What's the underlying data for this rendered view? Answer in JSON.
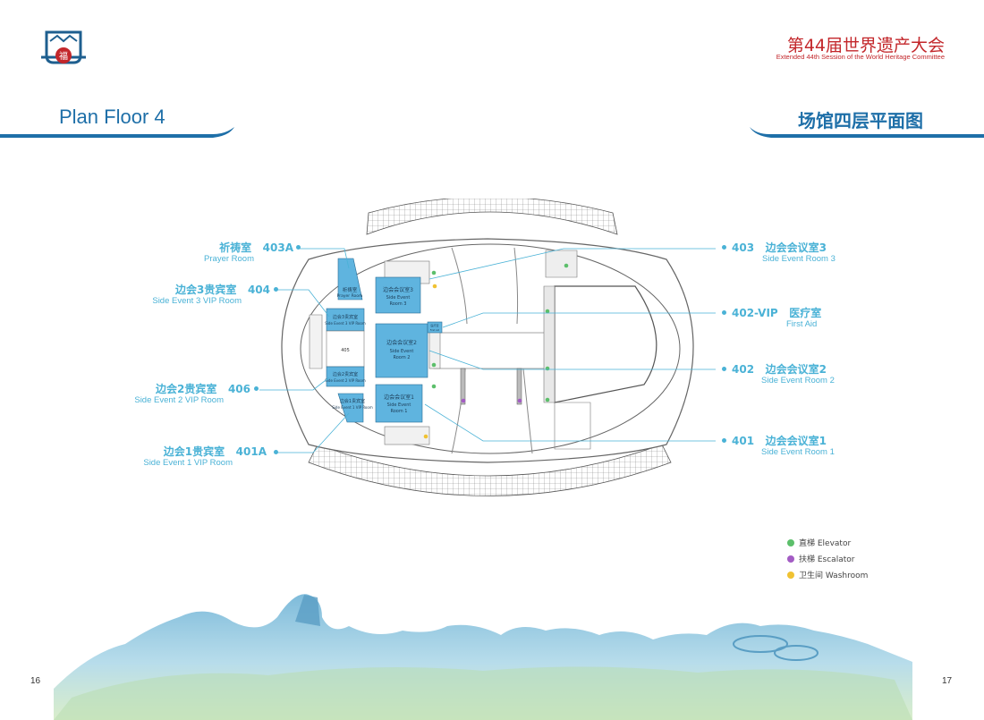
{
  "header": {
    "brand_title": "第44届世界遗产大会",
    "brand_subtitle": "Extended 44th Session of the World Heritage Committee",
    "logo_icon": "fu-seal-logo-icon",
    "logo_char": "福",
    "title_en": "Plan Floor 4",
    "title_zh": "场馆四层平面图"
  },
  "colors": {
    "accent": "#1e6fa8",
    "brand_red": "#c3272b",
    "room_fill": "#5fb4df",
    "label": "#4ab2d6"
  },
  "left_labels": [
    {
      "zh": "祈祷室",
      "code": "403A",
      "en": "Prayer Room"
    },
    {
      "zh": "边会3贵宾室",
      "code": "404",
      "en": "Side Event 3 VIP Room"
    },
    {
      "zh": "边会2贵宾室",
      "code": "406",
      "en": "Side Event 2 VIP Room"
    },
    {
      "zh": "边会1贵宾室",
      "code": "401A",
      "en": "Side Event 1 VIP Room"
    }
  ],
  "right_labels": [
    {
      "code": "403",
      "zh": "边会会议室3",
      "en": "Side Event Room 3"
    },
    {
      "code": "402-VIP",
      "zh": "医疗室",
      "en": "First Aid"
    },
    {
      "code": "402",
      "zh": "边会会议室2",
      "en": "Side Event Room 2"
    },
    {
      "code": "401",
      "zh": "边会会议室1",
      "en": "Side Event Room 1"
    }
  ],
  "plan_rooms": {
    "prayer": {
      "zh": "祈祷室",
      "en": "Prayer Room"
    },
    "r404": {
      "zh": "边会3贵宾室",
      "en": "Side Event 3 VIP Room"
    },
    "r405": {
      "code": "405"
    },
    "r406": {
      "zh": "边会2贵宾室",
      "en": "Side Event 2 VIP Room"
    },
    "r401a": {
      "zh": "边会1贵宾室",
      "en": "Side Event 1 VIP Room"
    },
    "r403": {
      "zh": "边会会议室3",
      "en1": "Side Event",
      "en2": "Room 3"
    },
    "r402": {
      "zh": "边会会议室2",
      "en1": "Side Event",
      "en2": "Room 2"
    },
    "r401": {
      "zh": "边会会议室1",
      "en1": "Side Event",
      "en2": "Room 1"
    },
    "firstaid": {
      "zh": "医疗室",
      "en": "First Aid"
    }
  },
  "legend": [
    {
      "label": "直梯 Elevator",
      "color": "#5cbf6b",
      "icon": "elevator-dot-icon"
    },
    {
      "label": "扶梯 Escalator",
      "color": "#a35cc4",
      "icon": "escalator-dot-icon"
    },
    {
      "label": "卫生间 Washroom",
      "color": "#f0c232",
      "icon": "washroom-dot-icon"
    }
  ],
  "page_numbers": {
    "left": "16",
    "right": "17"
  }
}
